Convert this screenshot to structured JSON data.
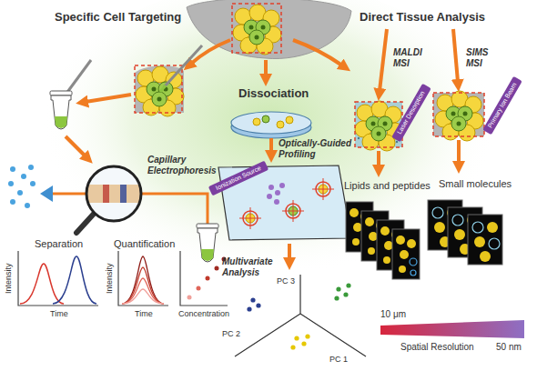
{
  "diagram": {
    "labels": [
      "Specific Cell Targeting",
      "Direct Tissue Analysis",
      "Dissociation",
      "SIMS MSI",
      "MALDI MSI",
      "Primary Ion Beam",
      "Laser Desorption",
      "Capillary Electrophoresis",
      "Optically-Guided Profiling",
      "Ionization Source",
      "Lipids and peptides",
      "Small molecules",
      "Multivariate Analysis",
      "PC 3",
      "Separation",
      "Quantification",
      "Intensity",
      "Intensity",
      "PC 2",
      "PC 1",
      "Time",
      "Time",
      "Concentration",
      "10 μm",
      "Spatial Resolution",
      "50 nm"
    ]
  }
}
